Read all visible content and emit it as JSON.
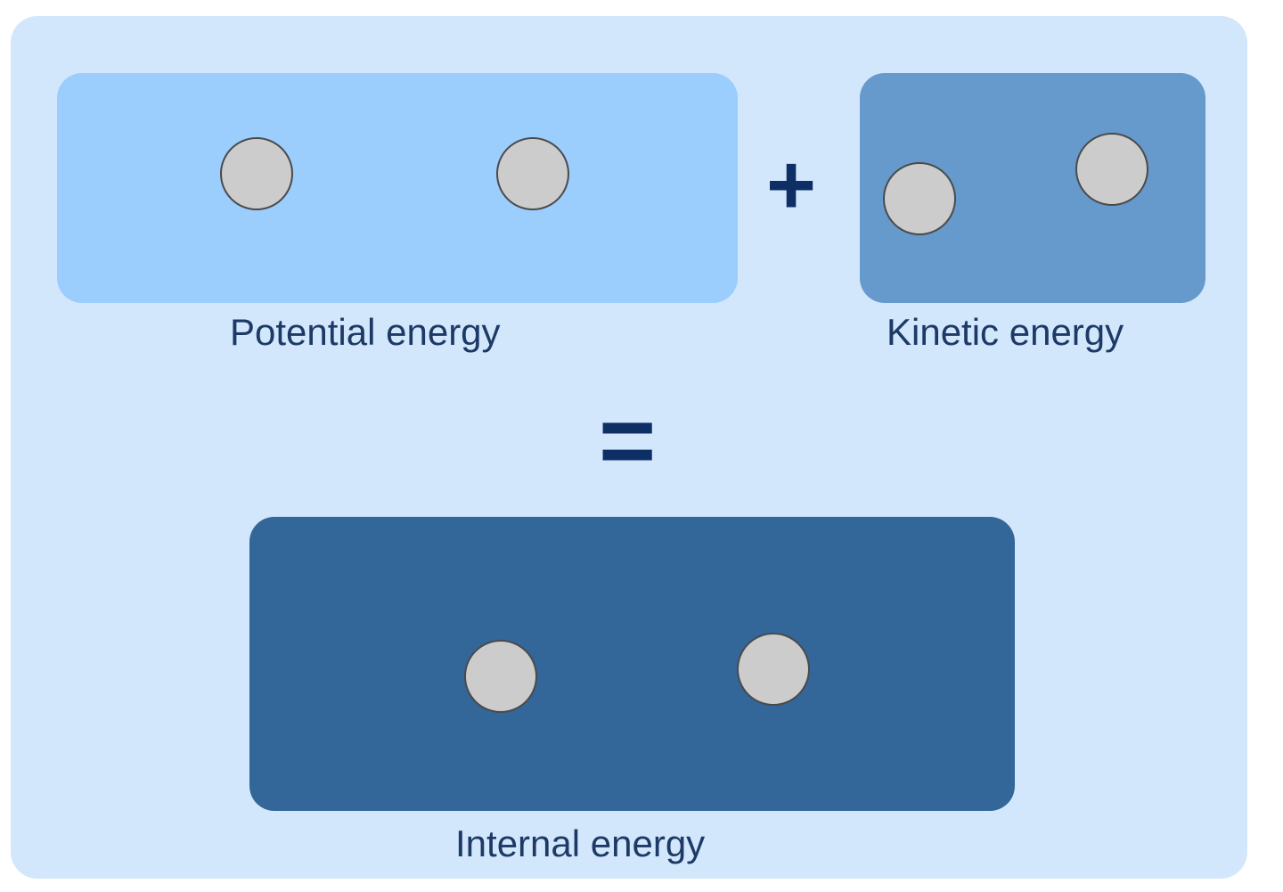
{
  "labels": {
    "potential": "Potential energy",
    "kinetic": "Kinetic energy",
    "internal": "Internal energy"
  },
  "operators": {
    "plus": "+",
    "equals": "="
  },
  "colors": {
    "background": "#d2e7fc",
    "potential_box": "#9bcdfd",
    "kinetic_box": "#6699cc",
    "internal_box": "#336699",
    "particle": "#cccccc",
    "label_text": "#1d3a66"
  }
}
